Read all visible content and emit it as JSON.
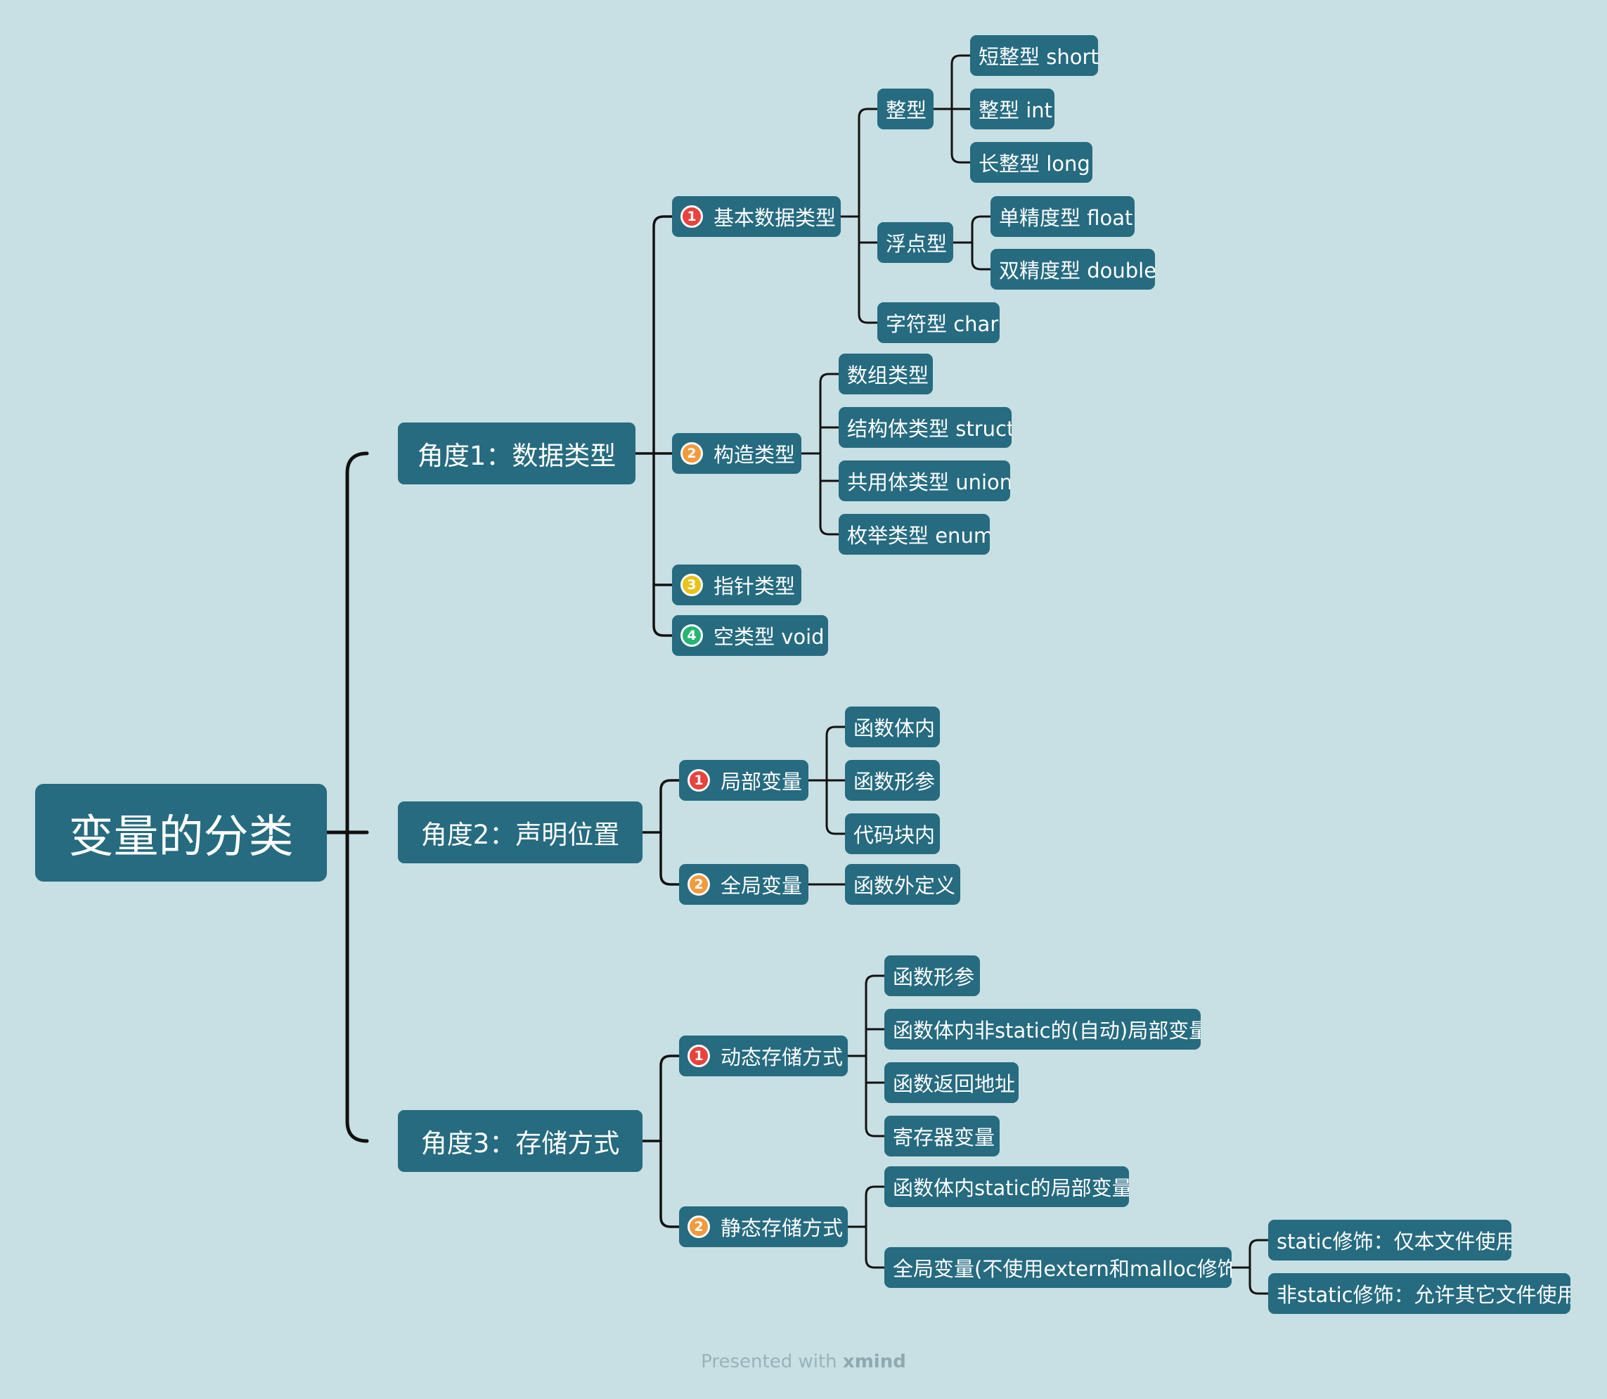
{
  "diagram": {
    "root": "变量的分类",
    "branches": [
      {
        "label": "角度1：数据类型",
        "children": [
          {
            "marker": "1",
            "marker_color": "#e8433c",
            "label": "基本数据类型",
            "children": [
              {
                "label": "整型",
                "children": [
                  {
                    "label": "短整型 short"
                  },
                  {
                    "label": "整型 int"
                  },
                  {
                    "label": "长整型 long"
                  }
                ]
              },
              {
                "label": "浮点型",
                "children": [
                  {
                    "label": "单精度型 float"
                  },
                  {
                    "label": "双精度型 double"
                  }
                ]
              },
              {
                "label": "字符型 char"
              }
            ]
          },
          {
            "marker": "2",
            "marker_color": "#f39a3c",
            "label": "构造类型",
            "children": [
              {
                "label": "数组类型"
              },
              {
                "label": "结构体类型 struct"
              },
              {
                "label": "共用体类型 union"
              },
              {
                "label": "枚举类型 enum"
              }
            ]
          },
          {
            "marker": "3",
            "marker_color": "#e9c21b",
            "label": "指针类型"
          },
          {
            "marker": "4",
            "marker_color": "#26b573",
            "label": "空类型 void"
          }
        ]
      },
      {
        "label": "角度2：声明位置",
        "children": [
          {
            "marker": "1",
            "marker_color": "#e8433c",
            "label": "局部变量",
            "children": [
              {
                "label": "函数体内"
              },
              {
                "label": "函数形参"
              },
              {
                "label": "代码块内"
              }
            ]
          },
          {
            "marker": "2",
            "marker_color": "#f39a3c",
            "label": "全局变量",
            "children": [
              {
                "label": "函数外定义"
              }
            ]
          }
        ]
      },
      {
        "label": "角度3：存储方式",
        "children": [
          {
            "marker": "1",
            "marker_color": "#e8433c",
            "label": "动态存储方式",
            "children": [
              {
                "label": "函数形参"
              },
              {
                "label": "函数体内非static的(自动)局部变量"
              },
              {
                "label": "函数返回地址"
              },
              {
                "label": "寄存器变量"
              }
            ]
          },
          {
            "marker": "2",
            "marker_color": "#f39a3c",
            "label": "静态存储方式",
            "children": [
              {
                "label": "函数体内static的局部变量"
              },
              {
                "label": "全局变量(不使用extern和malloc修饰)",
                "children": [
                  {
                    "label": "static修饰：仅本文件使用"
                  },
                  {
                    "label": "非static修饰：允许其它文件使用"
                  }
                ]
              }
            ]
          }
        ]
      }
    ]
  },
  "footer": {
    "prefix": "Presented with",
    "brand": "xmind"
  },
  "colors": {
    "background": "#c8dfe3",
    "node": "#266b80",
    "connector": "#111111"
  }
}
